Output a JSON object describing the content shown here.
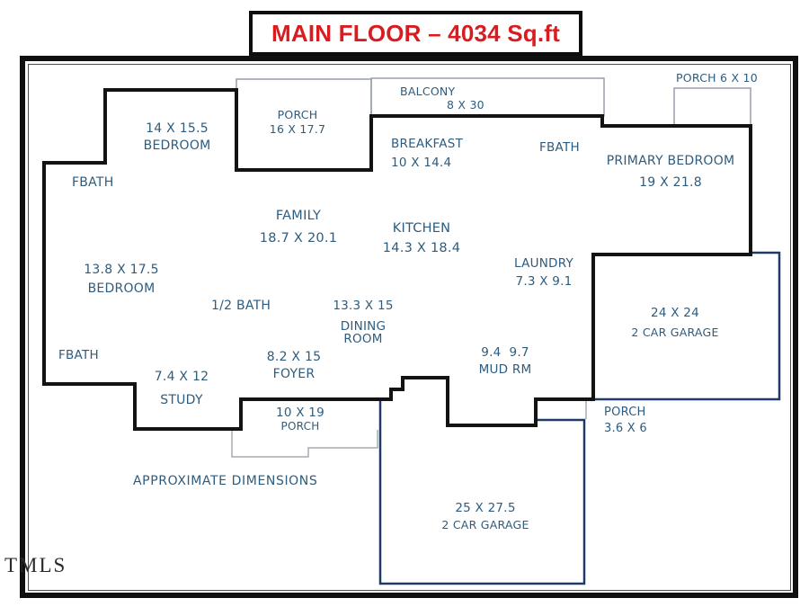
{
  "title": "MAIN FLOOR – 4034 Sq.ft",
  "watermark": "TMLS",
  "note": "APPROXIMATE DIMENSIONS",
  "colors": {
    "title_red": "#DA1C20",
    "label_blue": "#2E5C7E",
    "wall_black": "#131313",
    "garage_navy": "#1F3A68",
    "thin_outline_gray": "#979DAA"
  },
  "rooms": {
    "bedroom_top": {
      "dim": "14 X 15.5",
      "name": "BEDROOM"
    },
    "fbath_top_left": {
      "name": "FBATH"
    },
    "porch_left": {
      "name": "PORCH",
      "dim": "16 X 17.7"
    },
    "balcony": {
      "name": "BALCONY",
      "dim": "8 X 30"
    },
    "breakfast": {
      "name": "BREAKFAST",
      "dim": "10 X 14.4"
    },
    "porch_top_right": {
      "label": "PORCH 6 X 10"
    },
    "fbath_top_right": {
      "name": "FBATH"
    },
    "primary_bedroom": {
      "name": "PRIMARY BEDROOM",
      "dim": "19 X 21.8"
    },
    "family": {
      "name": "FAMILY",
      "dim": "18.7 X 20.1"
    },
    "kitchen": {
      "name": "KITCHEN",
      "dim": "14.3 X 18.4"
    },
    "laundry": {
      "name": "LAUNDRY",
      "dim": "7.3 X 9.1"
    },
    "bedroom_left": {
      "dim": "13.8 X 17.5",
      "name": "BEDROOM"
    },
    "half_bath": {
      "name": "1/2 BATH"
    },
    "dining": {
      "dim": "13.3 X 15",
      "name_line1": "DINING",
      "name_line2": "ROOM"
    },
    "foyer": {
      "dim": "8.2 X 15",
      "name": "FOYER"
    },
    "mud_room": {
      "dim": "9.4  9.7",
      "name": "MUD RM"
    },
    "fbath_lower_left": {
      "name": "FBATH"
    },
    "study": {
      "dim": "7.4 X 12",
      "name": "STUDY"
    },
    "porch_bottom": {
      "dim": "10 X 19",
      "name": "PORCH"
    },
    "garage_right": {
      "dim": "24 X 24",
      "name": "2 CAR GARAGE"
    },
    "garage_bottom": {
      "dim": "25 X 27.5",
      "name": "2 CAR GARAGE"
    },
    "porch_small": {
      "name": "PORCH",
      "dim": "3.6 X 6"
    }
  }
}
